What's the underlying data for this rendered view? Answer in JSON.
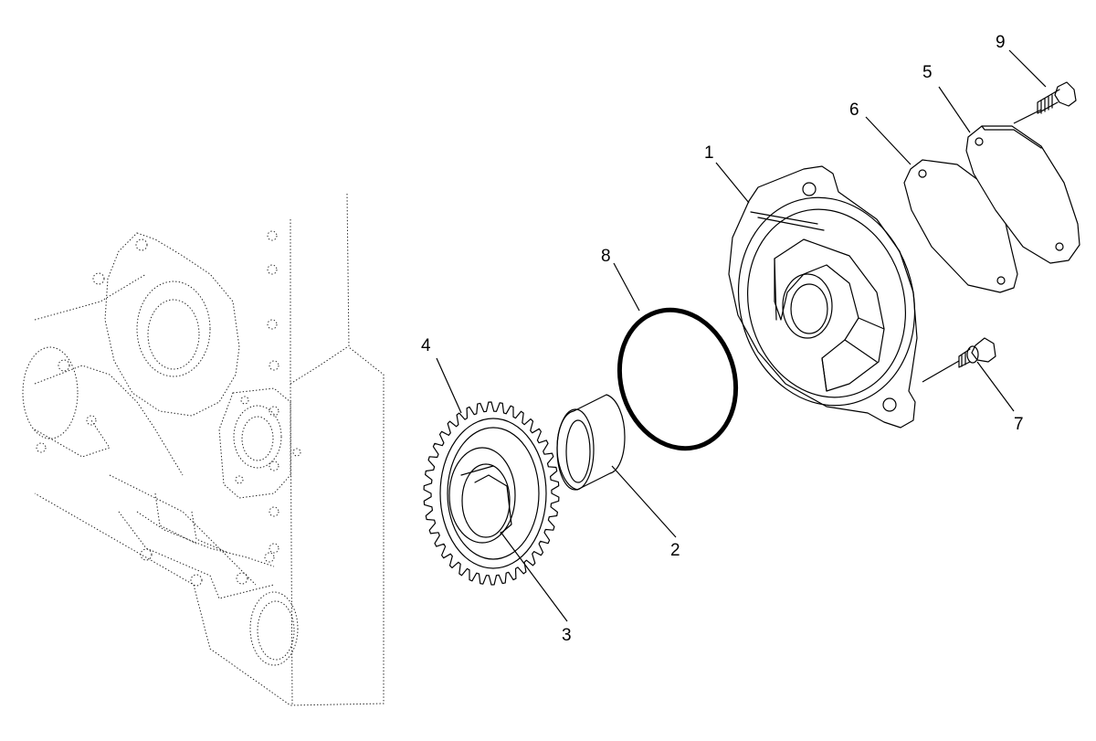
{
  "callouts": {
    "n1": "1",
    "n2": "2",
    "n3": "3",
    "n4": "4",
    "n5": "5",
    "n6": "6",
    "n7": "7",
    "n8": "8",
    "n9": "9"
  }
}
